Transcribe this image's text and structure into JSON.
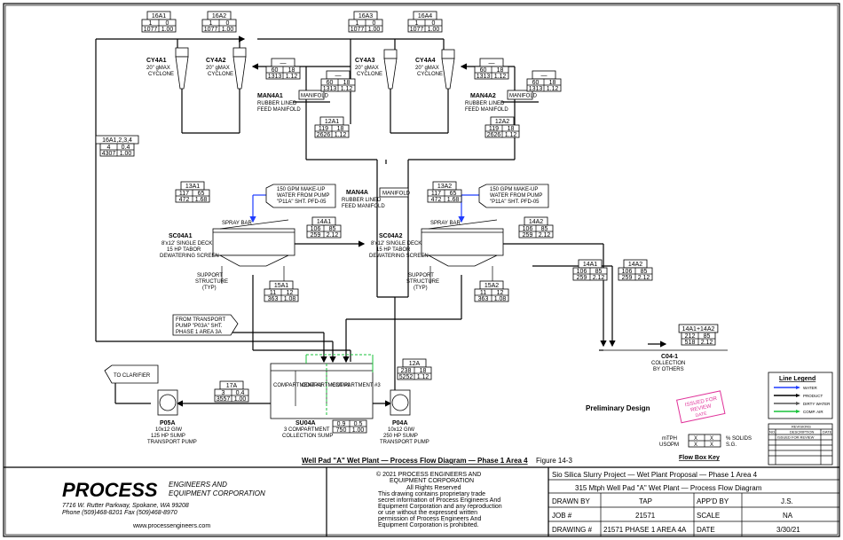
{
  "streams": {
    "s16A1": {
      "id": "16A1",
      "r1": [
        "1",
        "0"
      ],
      "r2": [
        "1077",
        "1.00"
      ]
    },
    "s16A2": {
      "id": "16A2",
      "r1": [
        "1",
        "0"
      ],
      "r2": [
        "1077",
        "1.00"
      ]
    },
    "s16A3": {
      "id": "16A3",
      "r1": [
        "1",
        "0"
      ],
      "r2": [
        "1077",
        "1.00"
      ]
    },
    "s16A4": {
      "id": "16A4",
      "r1": [
        "1",
        "0"
      ],
      "r2": [
        "1077",
        "1.00"
      ]
    },
    "s12A1": {
      "id": "12A1",
      "r1": [
        "119",
        "18"
      ],
      "r2": [
        "2626",
        "1.12"
      ]
    },
    "s12A2": {
      "id": "12A2",
      "r1": [
        "119",
        "18"
      ],
      "r2": [
        "2626",
        "1.12"
      ]
    },
    "s16A1234": {
      "id": "16A1,2,3,4",
      "r1": [
        "4",
        "0.4"
      ],
      "r2": [
        "4307",
        "1.00"
      ]
    },
    "s13A1": {
      "id": "13A1",
      "r1": [
        "117",
        "65"
      ],
      "r2": [
        "472",
        "1.68"
      ]
    },
    "s13A2": {
      "id": "13A2",
      "r1": [
        "117",
        "65"
      ],
      "r2": [
        "472",
        "1.68"
      ]
    },
    "s14A1": {
      "id": "14A1",
      "r1": [
        "106",
        "85"
      ],
      "r2": [
        "259",
        "2.12"
      ]
    },
    "s14A2": {
      "id": "14A2",
      "r1": [
        "106",
        "85"
      ],
      "r2": [
        "259",
        "2.12"
      ]
    },
    "s14A1b": {
      "id": "14A1",
      "r1": [
        "106",
        "85"
      ],
      "r2": [
        "259",
        "2.12"
      ]
    },
    "s14A2b": {
      "id": "14A2",
      "r1": [
        "106",
        "85"
      ],
      "r2": [
        "259",
        "2.12"
      ]
    },
    "s15A1": {
      "id": "15A1",
      "r1": [
        "11",
        "12"
      ],
      "r2": [
        "363",
        "1.08"
      ]
    },
    "s15A2": {
      "id": "15A2",
      "r1": [
        "11",
        "12"
      ],
      "r2": [
        "363",
        "1.08"
      ]
    },
    "s14A1A2": {
      "id": "14A1+14A2",
      "r1": [
        "212",
        "85"
      ],
      "r2": [
        "518",
        "2.12"
      ]
    },
    "s17A": {
      "id": "17A",
      "r1": [
        "3",
        "0.4"
      ],
      "r2": [
        "3557",
        "1.00"
      ]
    },
    "s12A": {
      "id": "12A",
      "r1": [
        "238",
        "18"
      ],
      "r2": [
        "5252",
        "1.12"
      ]
    },
    "sSump": {
      "id": "",
      "r1": [
        "0.9",
        "0.5"
      ],
      "r2": [
        "750",
        "1.00"
      ]
    },
    "cyc1": {
      "id": "—",
      "r1": [
        "60",
        "18"
      ],
      "r2": [
        "1313",
        "1.12"
      ]
    },
    "cyc2": {
      "id": "—",
      "r1": [
        "60",
        "18"
      ],
      "r2": [
        "1313",
        "1.12"
      ]
    },
    "cyc3": {
      "id": "—",
      "r1": [
        "60",
        "18"
      ],
      "r2": [
        "1313",
        "1.12"
      ]
    },
    "cyc4": {
      "id": "—",
      "r1": [
        "60",
        "18"
      ],
      "r2": [
        "1313",
        "1.12"
      ]
    }
  },
  "labels": {
    "cy4a1": {
      "tag": "CY4A1",
      "d1": "20\" gMAX",
      "d2": "CYCLONE"
    },
    "cy4a2": {
      "tag": "CY4A2",
      "d1": "20\" gMAX",
      "d2": "CYCLONE"
    },
    "cy4a3": {
      "tag": "CY4A3",
      "d1": "20\" gMAX",
      "d2": "CYCLONE"
    },
    "cy4a4": {
      "tag": "CY4A4",
      "d1": "20\" gMAX",
      "d2": "CYCLONE"
    },
    "man4a1": {
      "tag": "MAN4A1",
      "d1": "RUBBER LINED",
      "d2": "FEED MANIFOLD"
    },
    "man4a2": {
      "tag": "MAN4A2",
      "d1": "RUBBER LINED",
      "d2": "FEED MANIFOLD"
    },
    "man4a": {
      "tag": "MAN4A",
      "d1": "RUBBER LINED",
      "d2": "FEED MANIFOLD"
    },
    "manifold": "MANIFOLD",
    "sc04a1": {
      "tag": "SC04A1",
      "d1": "8'x12' SINGLE DECK",
      "d2": "15 HP TABOR",
      "d3": "DEWATERING SCREEN"
    },
    "sc04a2": {
      "tag": "SC04A2",
      "d1": "8'x12' SINGLE DECK",
      "d2": "15 HP TABOR",
      "d3": "DEWATERING SCREEN"
    },
    "spray_bar": "SPRAY BAR",
    "support": {
      "d1": "SUPPORT",
      "d2": "STRUCTURE",
      "d3": "(TYP)"
    },
    "makeup": {
      "d1": "150 GPM MAKE-UP",
      "d2": "WATER FROM PUMP",
      "d3": "\"P11A\" SHT. PFD-05"
    },
    "from_transport": {
      "d1": "FROM TRANSPORT",
      "d2": "PUMP \"P03A\" SHT.",
      "d3": "PHASE 1 AREA 3A"
    },
    "to_clarifier": "TO CLARIFIER",
    "su04a": {
      "tag": "SU04A",
      "d1": "3 COMPARTMENT",
      "d2": "COLLECTION SUMP"
    },
    "compartment": [
      "COMPARTMENT #1",
      "COMPARTMENT #2",
      "COMPARTMENT #3"
    ],
    "p05a": {
      "tag": "P05A",
      "d1": "10x12 GIW",
      "d2": "125 HP SUMP",
      "d3": "TRANSPORT PUMP"
    },
    "p04a": {
      "tag": "P04A",
      "d1": "10x12 GIW",
      "d2": "250 HP SUMP",
      "d3": "TRANSPORT PUMP"
    },
    "c04": {
      "tag": "C04-1",
      "d1": "COLLECTION",
      "d2": "BY OTHERS"
    },
    "preliminary": "Preliminary Design",
    "stamp": {
      "l1": "ISSUED FOR",
      "l2": "REVIEW",
      "l3": "DATE"
    },
    "flowbox": {
      "mtph": "mTPH",
      "usopm": "USOPM",
      "solids": "% SOLIDS",
      "sg": "S.G.",
      "x": "X",
      "title": "Flow Box Key"
    },
    "diagram_title": "Well Pad \"A\" Wet Plant — Process Flow Diagram — Phase 1 Area 4",
    "figure": "Figure 14-3"
  },
  "legend": {
    "title": "Line Legend",
    "items": [
      {
        "label": "WATER",
        "color": "#1f3cff"
      },
      {
        "label": "PRODUCT",
        "color": "#000000"
      },
      {
        "label": "DIRTY WATER",
        "color": "#555555"
      },
      {
        "label": "COMP. AIR",
        "color": "#19c23a"
      }
    ]
  },
  "revisions": {
    "title": "REVISIONS",
    "cols": [
      "NO.",
      "DESCRIPTION",
      "DATE"
    ],
    "row1": "ISSUED FOR REVIEW"
  },
  "title_block": {
    "company": "PROCESS",
    "company2": "ENGINEERS AND",
    "company3": "EQUIPMENT CORPORATION",
    "address": "7716 W. Rutter Parkway, Spokane, WA 99208",
    "phone": "Phone (509)468-8201  Fax (509)468-8970",
    "web": "www.processengineers.com",
    "copyright": "© 2021 PROCESS ENGINEERS AND",
    "copyright2": "EQUIPMENT CORPORATION",
    "rights": "All Rights Reserved",
    "notice": [
      "This drawing contains proprietary trade",
      "secret information of Process Engineers And",
      "Equipment Corporation and any reproduction",
      "or use without the expressed written",
      "permission of Process Engineers And",
      "Equipment Corporation is prohibited."
    ],
    "project1": "Sio Silica Slurry Project — Wet Plant Proposal — Phase 1 Area 4",
    "project2": "315 Mtph Well Pad \"A\" Wet Plant — Process Flow Diagram",
    "drawn_by_label": "DRAWN BY",
    "drawn_by": "TAP",
    "appd_by_label": "APP'D BY",
    "appd_by": "J.S.",
    "job_label": "JOB #",
    "job": "21571",
    "scale_label": "SCALE",
    "scale": "NA",
    "drawing_label": "DRAWING #",
    "drawing": "21571 PHASE 1 AREA 4A",
    "date_label": "DATE",
    "date": "3/30/21"
  }
}
